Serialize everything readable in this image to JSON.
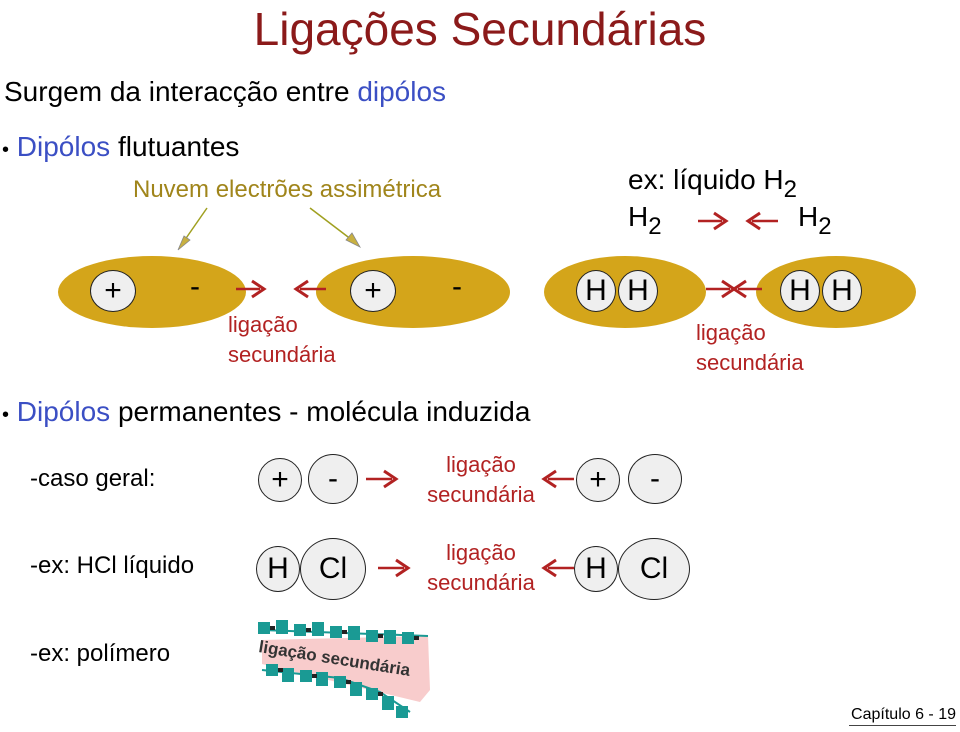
{
  "title": "Ligações Secundárias",
  "intro": {
    "text": "Surgem da interacção entre ",
    "highlight": "dipólos"
  },
  "section1": {
    "bullet": "•",
    "highlight": "Dipólos",
    "text": " flutuantes",
    "cloud_label": "Nuvem electrões assimétrica"
  },
  "example_h2": {
    "label": "ex: líquido H",
    "sub": "2",
    "left_H": "H",
    "left_sub": "2",
    "right_H": "H",
    "right_sub": "2"
  },
  "dipoles": {
    "plus": "+",
    "minus": "-"
  },
  "hydrogen": {
    "atom": "H"
  },
  "bond_label": {
    "line1": "ligação",
    "line2": "secundária"
  },
  "section2": {
    "bullet": "•",
    "highlight": "Dipólos",
    "text": " permanentes - molécula induzida"
  },
  "cases": {
    "general": "-caso geral:",
    "hcl": "-ex: HCl líquido",
    "polymer": "-ex: polímero"
  },
  "hcl": {
    "h": "H",
    "cl": "Cl"
  },
  "polymer_label": "ligação secundária",
  "footer": "Capítulo 6 - 19",
  "colors": {
    "title": "#8b1a1a",
    "accent_blue": "#3b4fc4",
    "gold": "#d4a51a",
    "bond_red": "#b22222",
    "olive_text": "#a0851b",
    "polymer_teal": "#1a9a94"
  }
}
